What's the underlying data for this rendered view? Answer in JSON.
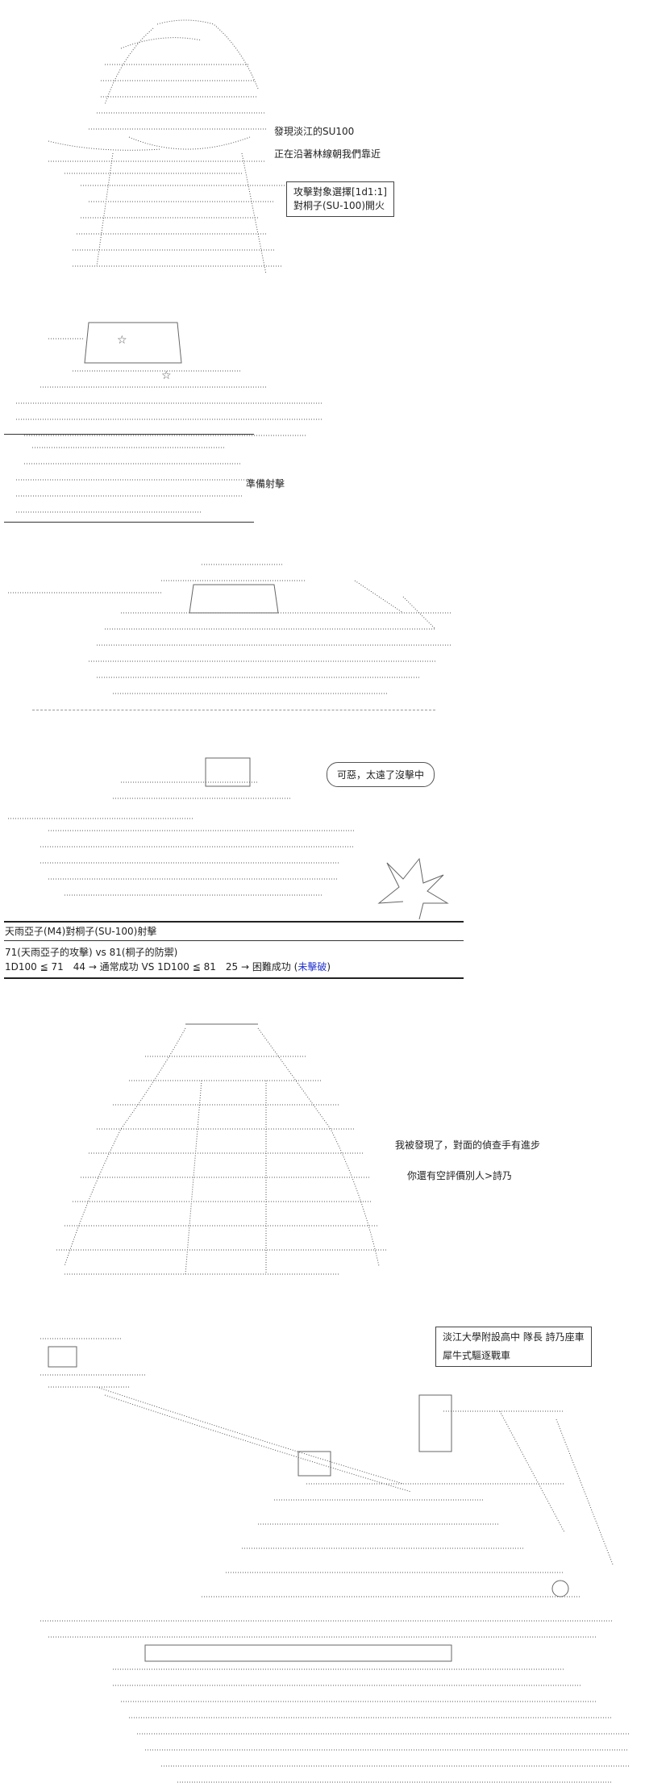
{
  "panel1": {
    "narration_line1": "發現淡江的SU100",
    "narration_line2": "正在沿著林線朝我們靠近",
    "command_box": {
      "line1": "攻擊對象選擇[1d1:1]",
      "line2": "對桐子(SU-100)開火"
    }
  },
  "panel2": {
    "caption": "準備射擊"
  },
  "panel4": {
    "speech": "可惡，太遠了沒擊中"
  },
  "dice_log": {
    "title": "天雨亞子(M4)對桐子(SU-100)射擊",
    "line1": "71(天雨亞子的攻擊) vs 81(桐子的防禦)",
    "line2_prefix": "1D100 ≦ 71　44 → 通常成功 VS 1D100 ≦ 81　25 → 困難成功 (",
    "line2_highlight": "未擊破",
    "line2_suffix": ")"
  },
  "panel5": {
    "speech_line1": "我被發現了，對面的偵查手有進步",
    "speech_line2": "你還有空評價別人>詩乃"
  },
  "panel6": {
    "info_box": {
      "line1": "淡江大學附設高中 隊長 詩乃座車",
      "line2": "犀牛式驅逐戰車"
    }
  },
  "colors": {
    "text": "#222222",
    "highlight": "#2233cc",
    "background": "#ffffff"
  }
}
